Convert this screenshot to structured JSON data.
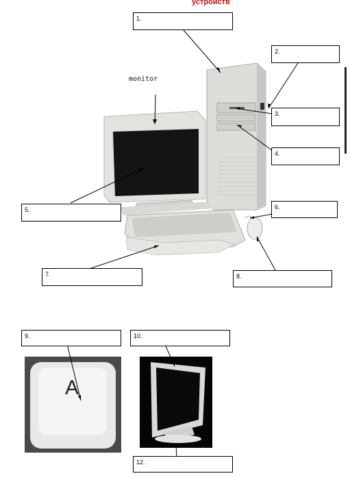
{
  "header_text": "устройств",
  "monitor_label": "monitor",
  "labels": [
    "1.",
    "2.",
    "3.",
    "4.",
    "5.",
    "6.",
    "7.",
    "8.",
    "9.",
    "10.",
    "12."
  ],
  "key_letter": "A"
}
